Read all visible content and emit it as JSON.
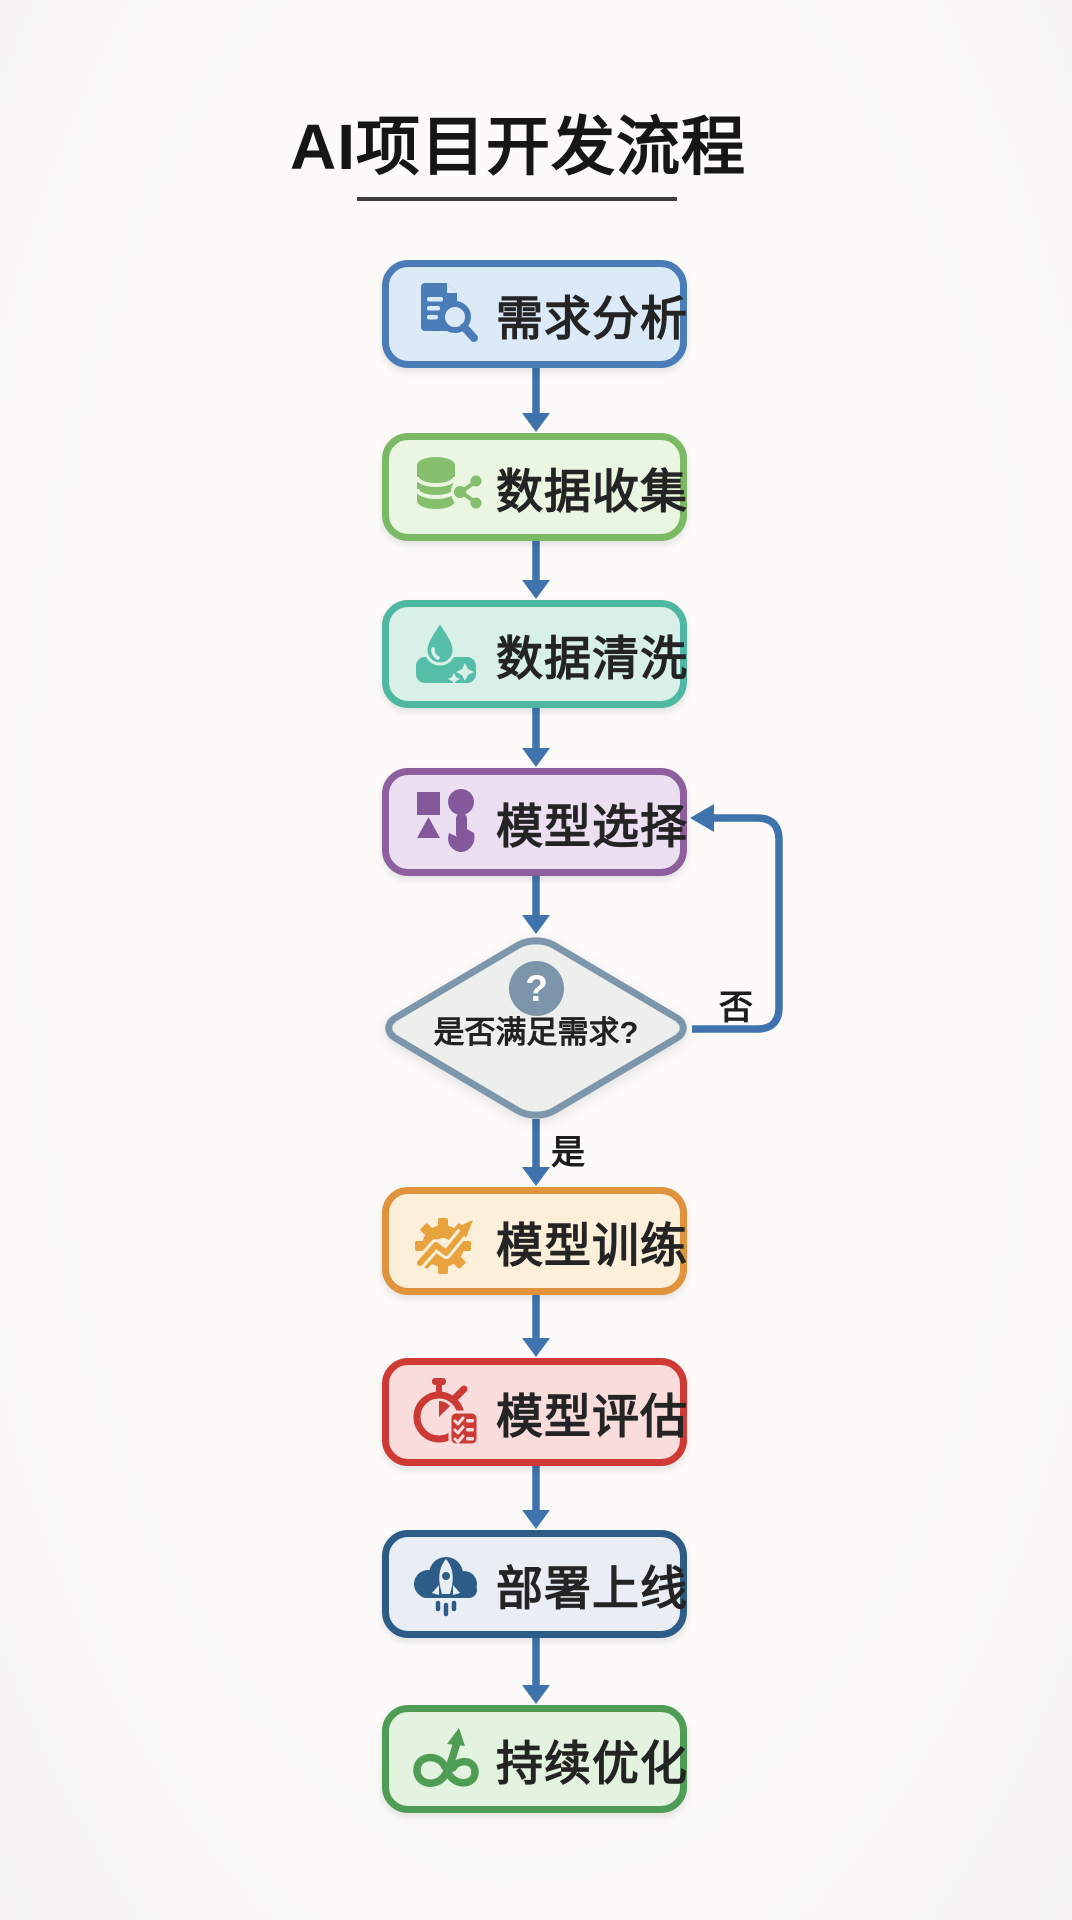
{
  "page": {
    "title": "AI项目开发流程",
    "background": "#fbfaf8",
    "title_color": "#161616"
  },
  "flow": {
    "connector_color": "#3e73ad",
    "steps": [
      {
        "id": "requirements-analysis",
        "label": "需求分析",
        "icon": "document-search-icon",
        "border": "#4a7db8",
        "fill": "#dce9f7",
        "icon_color": "#4a7db8"
      },
      {
        "id": "data-collection",
        "label": "数据收集",
        "icon": "database-share-icon",
        "border": "#7cb964",
        "fill": "#eaf5e2",
        "icon_color": "#85bf6d"
      },
      {
        "id": "data-cleaning",
        "label": "数据清洗",
        "icon": "water-drop-clean-icon",
        "border": "#4fb8a2",
        "fill": "#d9f0e9",
        "icon_color": "#56bda8"
      },
      {
        "id": "model-selection",
        "label": "模型选择",
        "icon": "shapes-pointer-icon",
        "border": "#8e5f9e",
        "fill": "#ecdff2",
        "icon_color": "#84589a"
      },
      {
        "id": "model-training",
        "label": "模型训练",
        "icon": "gear-growth-icon",
        "border": "#e0933c",
        "fill": "#fdf0da",
        "icon_color": "#e8a33e"
      },
      {
        "id": "model-evaluation",
        "label": "模型评估",
        "icon": "stopwatch-checklist-icon",
        "border": "#d03a35",
        "fill": "#f9dddd",
        "icon_color": "#cc3a35"
      },
      {
        "id": "deployment",
        "label": "部署上线",
        "icon": "cloud-rocket-icon",
        "border": "#2e5c88",
        "fill": "#e9eef4",
        "icon_color": "#2e5c88"
      },
      {
        "id": "continuous-optimization",
        "label": "持续优化",
        "icon": "loop-arrow-icon",
        "border": "#4f9d55",
        "fill": "#e4f2e0",
        "icon_color": "#4f9d55"
      }
    ],
    "decision": {
      "label": "是否满足需求?",
      "icon": "question-mark-icon",
      "question_glyph": "?",
      "border": "#7e96ac",
      "fill": "#edefec",
      "badge_color": "#7d95ab"
    },
    "edges": {
      "yes_label": "是",
      "no_label": "否"
    }
  }
}
